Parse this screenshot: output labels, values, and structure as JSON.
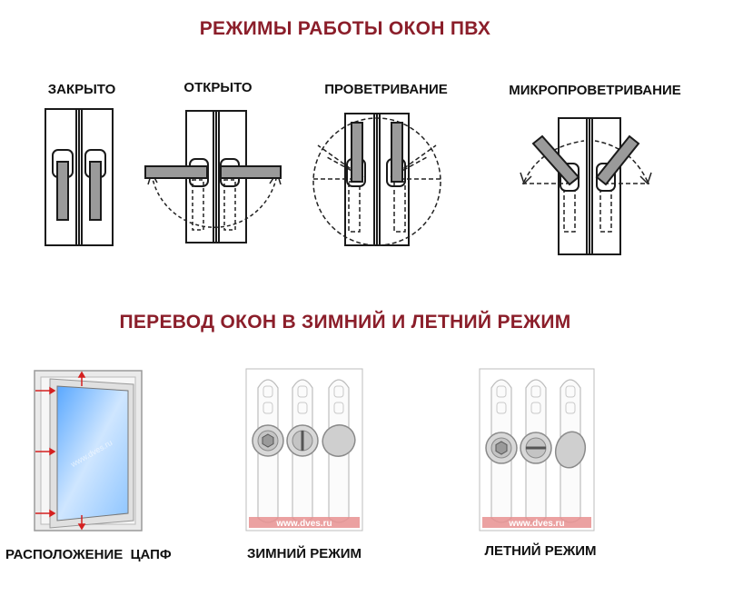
{
  "heading_modes": "РЕЖИМЫ РАБОТЫ ОКОН ПВХ",
  "heading_seasonal": "ПЕРЕВОД ОКОН В ЗИМНИЙ И ЛЕТНИЙ РЕЖИМ",
  "modes": [
    {
      "label": "ЗАКРЫТО"
    },
    {
      "label": "ОТКРЫТО"
    },
    {
      "label": "ПРОВЕТРИВАНИЕ"
    },
    {
      "label": "МИКРОПРОВЕТРИВАНИЕ"
    }
  ],
  "seasonal": [
    {
      "label": "РАСПОЛОЖЕНИЕ  ЦАПФ"
    },
    {
      "label": "ЗИМНИЙ РЕЖИМ",
      "watermark": "www.dves.ru"
    },
    {
      "label": "ЛЕТНИЙ РЕЖИМ",
      "watermark": "www.dves.ru"
    }
  ],
  "watermark_window": "www.dves.ru",
  "colors": {
    "heading": "#8b1e2a",
    "frame": "#1a1a1a",
    "handle": "#9a9a9a",
    "glass": "#8ec5ff",
    "marker": "#d42020",
    "watermark_band": "#e89090"
  }
}
